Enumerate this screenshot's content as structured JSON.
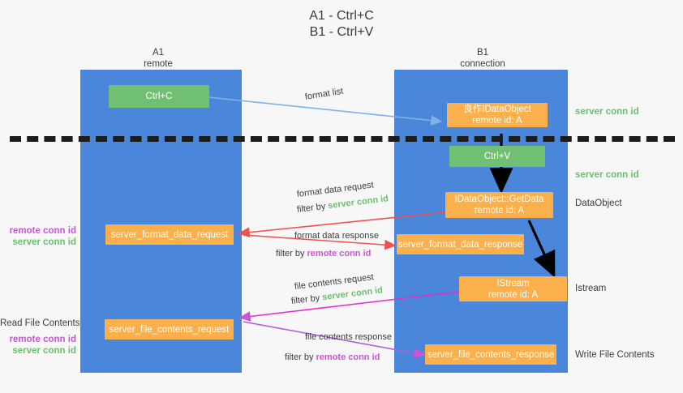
{
  "title": {
    "line1": "A1 - Ctrl+C",
    "line2": "B1 - Ctrl+V"
  },
  "columns": [
    {
      "name": "A1",
      "role": "remote"
    },
    {
      "name": "B1",
      "role": "connection"
    }
  ],
  "boxes": {
    "ctrl_c": {
      "label": "Ctrl+C"
    },
    "idataobject": {
      "label": "良作IDataObject",
      "sub": "remote id: A"
    },
    "ctrl_v": {
      "label": "Ctrl+V"
    },
    "getdata": {
      "label": "IDataObject::GetData",
      "sub": "remote id: A"
    },
    "server_format_data_request": {
      "label": "server_format_data_request"
    },
    "server_format_data_response": {
      "label": "server_format_data_response"
    },
    "istream": {
      "label": "IStream",
      "sub": "remote id: A"
    },
    "server_file_contents_request": {
      "label": "server_file_contents_request"
    },
    "server_file_contents_response": {
      "label": "server_file_contents_response"
    }
  },
  "right_labels": {
    "server_conn_id_1": "server conn id",
    "server_conn_id_2": "server conn id",
    "dataobject": "DataObject",
    "istream": "Istream",
    "write_file_contents": "Write File Contents"
  },
  "left_labels": {
    "remote_conn_id_1": "remote conn id",
    "server_conn_id_1": "server conn id",
    "read_file_contents": "Read File Contents",
    "remote_conn_id_2": "remote conn id",
    "server_conn_id_2": "server conn id"
  },
  "edges": {
    "format_list": "format list",
    "format_data_request": "format data request",
    "format_data_request_filter_prefix": "filter by ",
    "format_data_request_filter_value": "server conn id",
    "format_data_response": "format data response",
    "format_data_response_filter_prefix": "filter by ",
    "format_data_response_filter_value": "remote conn id",
    "file_contents_request": "file contents request",
    "file_contents_request_filter_prefix": "filter by ",
    "file_contents_request_filter_value": "server conn id",
    "file_contents_response": "file contents response",
    "file_contents_response_filter_prefix": "filter by ",
    "file_contents_response_filter_value": "remote conn id"
  },
  "colors": {
    "lane": "#4a86d9",
    "green_box": "#70bf73",
    "orange_box": "#fbb04c",
    "green_text": "#6cbf6f",
    "magenta_text": "#c857d4",
    "blue_arrow": "#7fb2e5",
    "red_arrow": "#ef5350",
    "black_arrow": "#000000",
    "background": "#f7f7f7"
  }
}
